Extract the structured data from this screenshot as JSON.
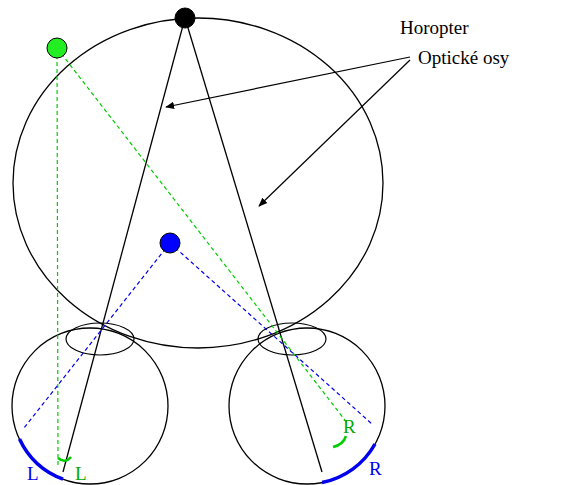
{
  "diagram": {
    "labels": [
      "Horopter",
      "Optické osy",
      "L",
      "L",
      "R",
      "R"
    ]
  }
}
